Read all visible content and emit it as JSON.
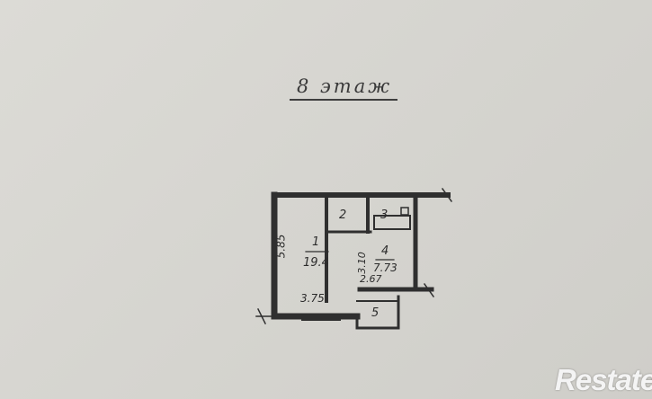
{
  "floor_title": "8 этаж",
  "rooms": [
    {
      "number": "1",
      "area": "19.4"
    },
    {
      "number": "2",
      "area": ""
    },
    {
      "number": "3",
      "area": ""
    },
    {
      "number": "4",
      "area": "7.73"
    },
    {
      "number": "5",
      "area": ""
    }
  ],
  "dimensions": {
    "room1_height": "5.85",
    "room1_width": "3.75",
    "room4_height": "3.10",
    "room4_width": "2.67"
  },
  "watermark": "Restate",
  "colors": {
    "ink": "#2c2c2c",
    "paper": "#d9d8d3"
  }
}
